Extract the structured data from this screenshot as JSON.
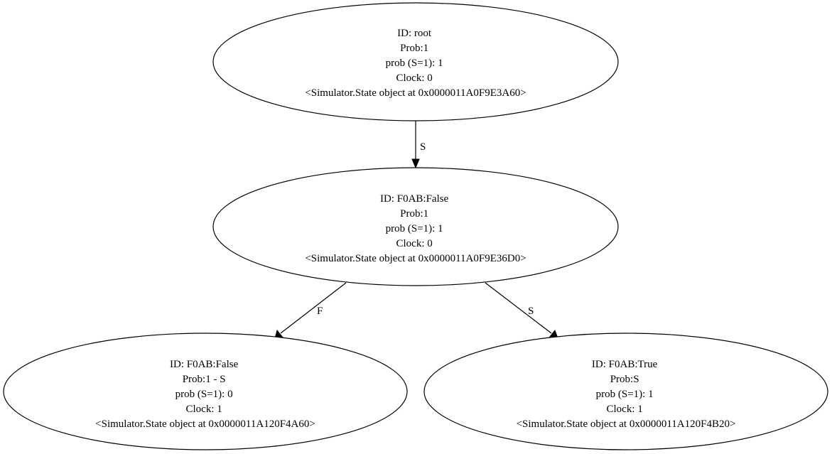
{
  "graph": {
    "nodes": [
      {
        "id": "root",
        "lines": [
          "ID: root",
          "Prob:1",
          "prob (S=1): 1",
          "Clock: 0",
          "<Simulator.State object at 0x0000011A0F9E3A60>"
        ]
      },
      {
        "id": "f0ab-false-1",
        "lines": [
          "ID: F0AB:False",
          "Prob:1",
          "prob (S=1): 1",
          "Clock: 0",
          "<Simulator.State object at 0x0000011A0F9E36D0>"
        ]
      },
      {
        "id": "f0ab-false-2",
        "lines": [
          "ID: F0AB:False",
          "Prob:1 - S",
          "prob (S=1): 0",
          "Clock: 1",
          "<Simulator.State object at 0x0000011A120F4A60>"
        ]
      },
      {
        "id": "f0ab-true",
        "lines": [
          "ID: F0AB:True",
          "Prob:S",
          "prob (S=1): 1",
          "Clock: 1",
          "<Simulator.State object at 0x0000011A120F4B20>"
        ]
      }
    ],
    "edges": [
      {
        "from": "root",
        "to": "f0ab-false-1",
        "label": "S"
      },
      {
        "from": "f0ab-false-1",
        "to": "f0ab-false-2",
        "label": "F"
      },
      {
        "from": "f0ab-false-1",
        "to": "f0ab-true",
        "label": "S"
      }
    ]
  }
}
